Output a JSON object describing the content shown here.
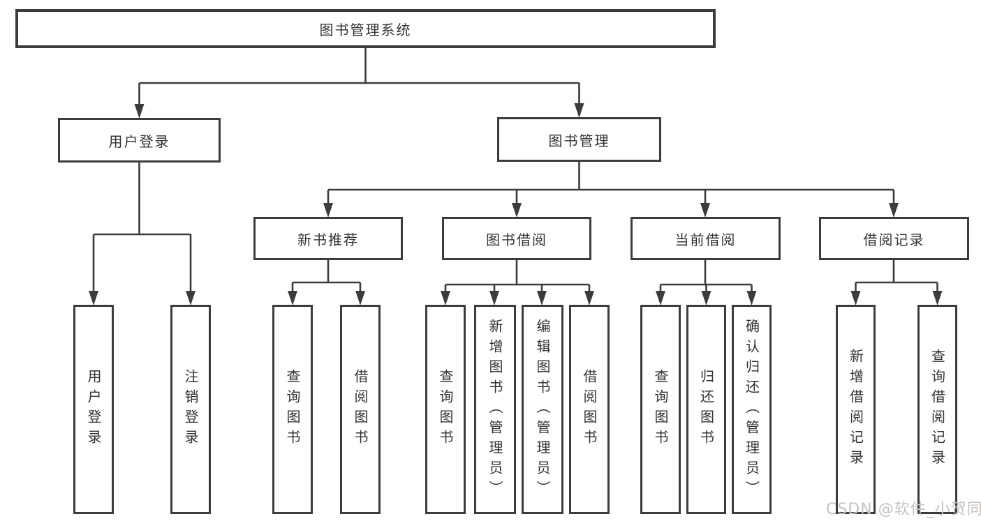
{
  "tree": {
    "label": "图书管理系统",
    "children": [
      {
        "label": "用户登录",
        "children": [
          {
            "label": "用户登录"
          },
          {
            "label": "注销登录"
          }
        ]
      },
      {
        "label": "图书管理",
        "children": [
          {
            "label": "新书推荐",
            "children": [
              {
                "label": "查询图书"
              },
              {
                "label": "借阅图书"
              }
            ]
          },
          {
            "label": "图书借阅",
            "children": [
              {
                "label": "查询图书"
              },
              {
                "label": "新增图书（管理员）"
              },
              {
                "label": "编辑图书（管理员）"
              },
              {
                "label": "借阅图书"
              }
            ]
          },
          {
            "label": "当前借阅",
            "children": [
              {
                "label": "查询图书"
              },
              {
                "label": "归还图书"
              },
              {
                "label": "确认归还（管理员）"
              }
            ]
          },
          {
            "label": "借阅记录",
            "children": [
              {
                "label": "新增借阅记录"
              },
              {
                "label": "查询借阅记录"
              }
            ]
          }
        ]
      }
    ]
  },
  "watermark": "CSDN @软件_小贺同学",
  "colors": {
    "line": "#3c3c3c",
    "text": "#333333",
    "watermark": "#c6c2c1",
    "background": "#ffffff"
  }
}
